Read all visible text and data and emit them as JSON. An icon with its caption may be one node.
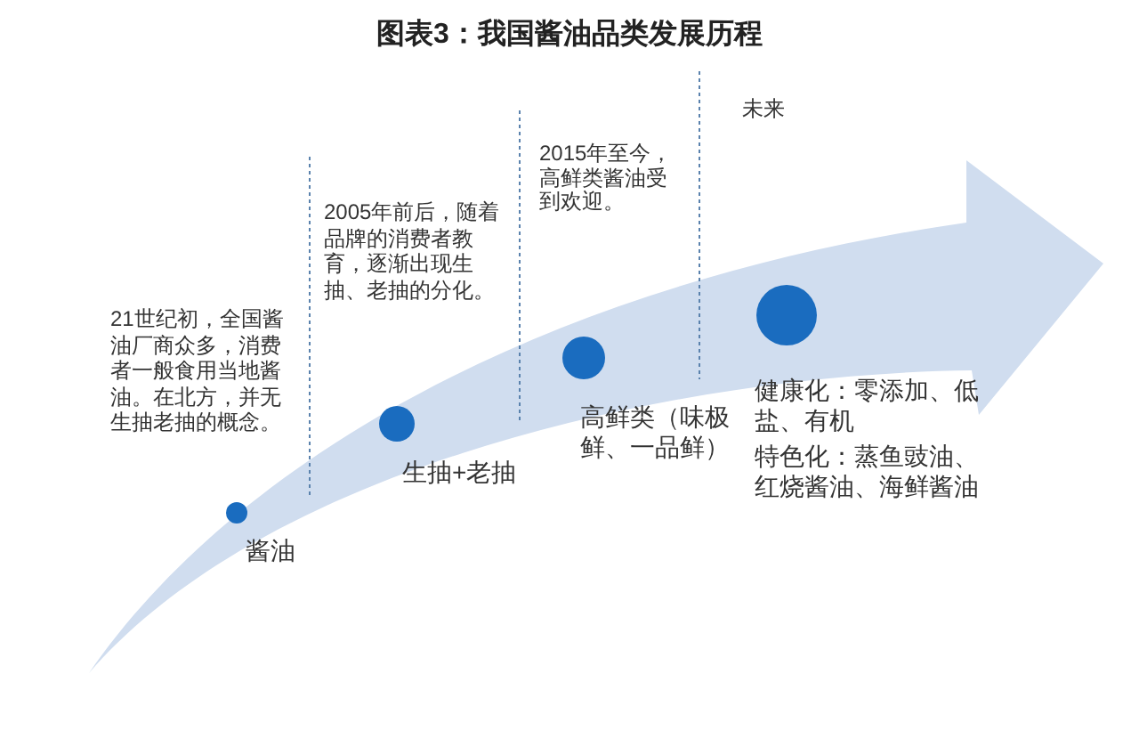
{
  "diagram": {
    "title": "图表3：我国酱油品类发展历程",
    "nodes": [
      {
        "text": [],
        "shape": "circle",
        "beside": [
          "酱油"
        ]
      },
      {
        "text": [],
        "shape": "circle",
        "beside": [
          "生抽+老抽"
        ]
      },
      {
        "text": [],
        "shape": "circle",
        "beside": [
          "高鲜类（味极鲜、一品鲜）"
        ]
      },
      {
        "text": [],
        "shape": "circle",
        "beside": [
          "健康化：零添加、低盐、有机",
          "特色化：蒸鱼豉油、红烧酱油、海鲜酱油"
        ]
      }
    ],
    "labels": [
      "21世纪初，全国酱油厂商众多，消费者一般食用当地酱油。在北方，并无生抽老抽的概念。",
      "2005年前后，随着品牌的消费者教育，逐渐出现生抽、老抽的分化。",
      "2015年至今，高鲜类酱油受到欢迎。",
      "未来"
    ]
  }
}
